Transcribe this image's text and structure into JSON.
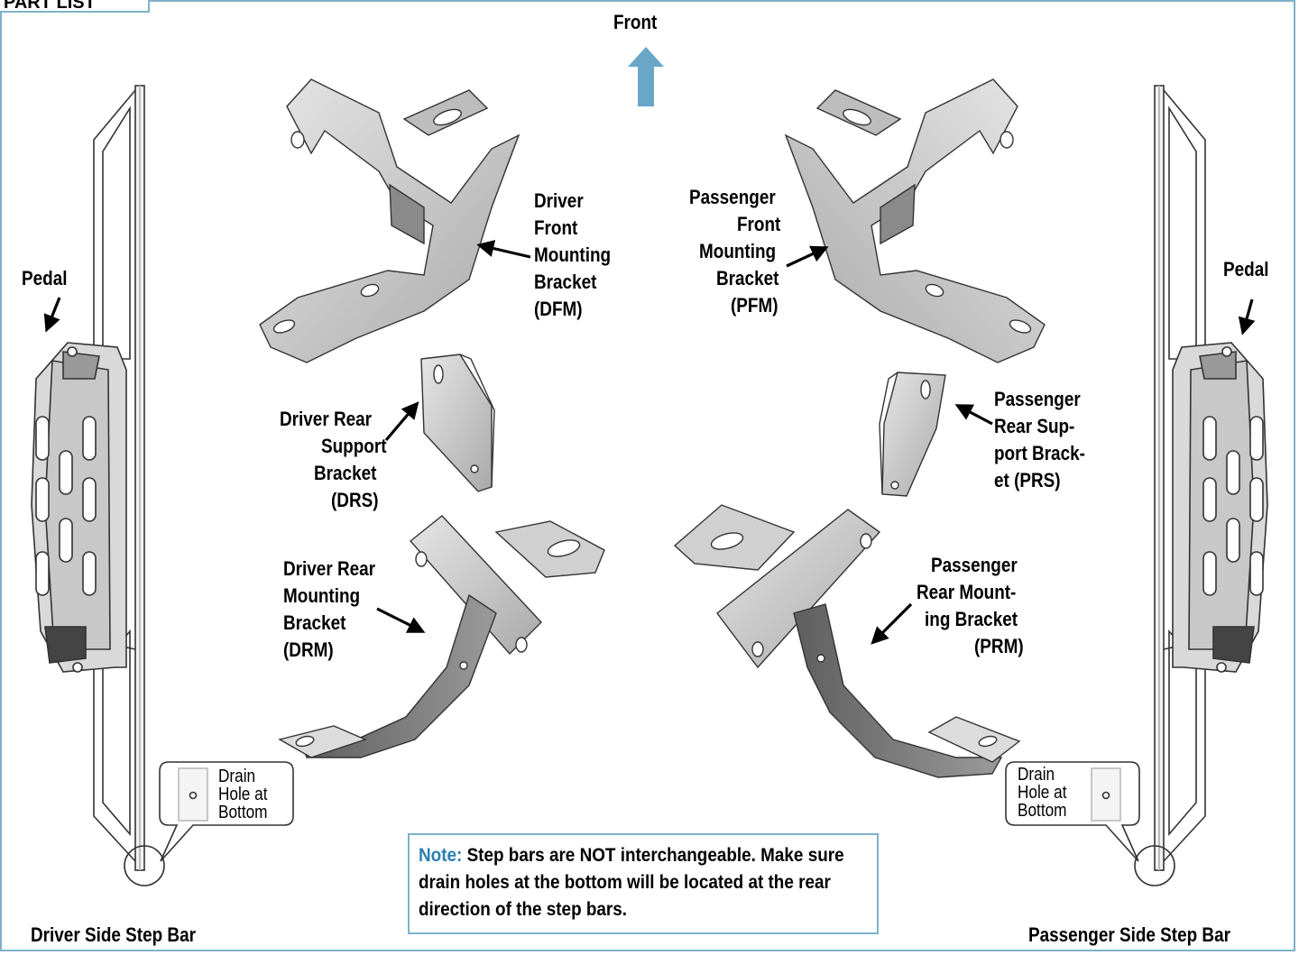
{
  "header": {
    "tab_label": "PART LIST",
    "front_label": "Front"
  },
  "labels": {
    "driver_pedal": "Pedal",
    "passenger_pedal": "Pedal",
    "dfm": [
      "Driver",
      "Front",
      "Mounting",
      "Bracket",
      "(DFM)"
    ],
    "pfm": [
      "Passenger",
      "Front",
      "Mounting",
      "Bracket",
      "(PFM)"
    ],
    "drs": [
      "Driver Rear",
      "Support",
      "Bracket",
      "(DRS)"
    ],
    "prs": [
      "Passenger",
      "Rear Sup-",
      "port Brack-",
      "et (PRS)"
    ],
    "drm": [
      "Driver Rear",
      "Mounting",
      "Bracket",
      "(DRM)"
    ],
    "prm": [
      "Passenger",
      "Rear Mount-",
      "ing Bracket",
      "(PRM)"
    ],
    "driver_drain": [
      "Drain",
      "Hole at",
      "Bottom"
    ],
    "passenger_drain": [
      "Drain",
      "Hole at",
      "Bottom"
    ],
    "driver_bar_caption": "Driver Side Step Bar",
    "passenger_bar_caption": "Passenger Side Step Bar"
  },
  "note": {
    "prefix": "Note:",
    "text": "Step bars are NOT interchangeable. Make sure drain holes at the bottom will be located at the rear direction of the step bars."
  },
  "colors": {
    "frame": "#7fb2c9",
    "arrow_front": "#6aa6c8",
    "metal_light": "#cfcfcf",
    "metal_dark": "#777777"
  }
}
